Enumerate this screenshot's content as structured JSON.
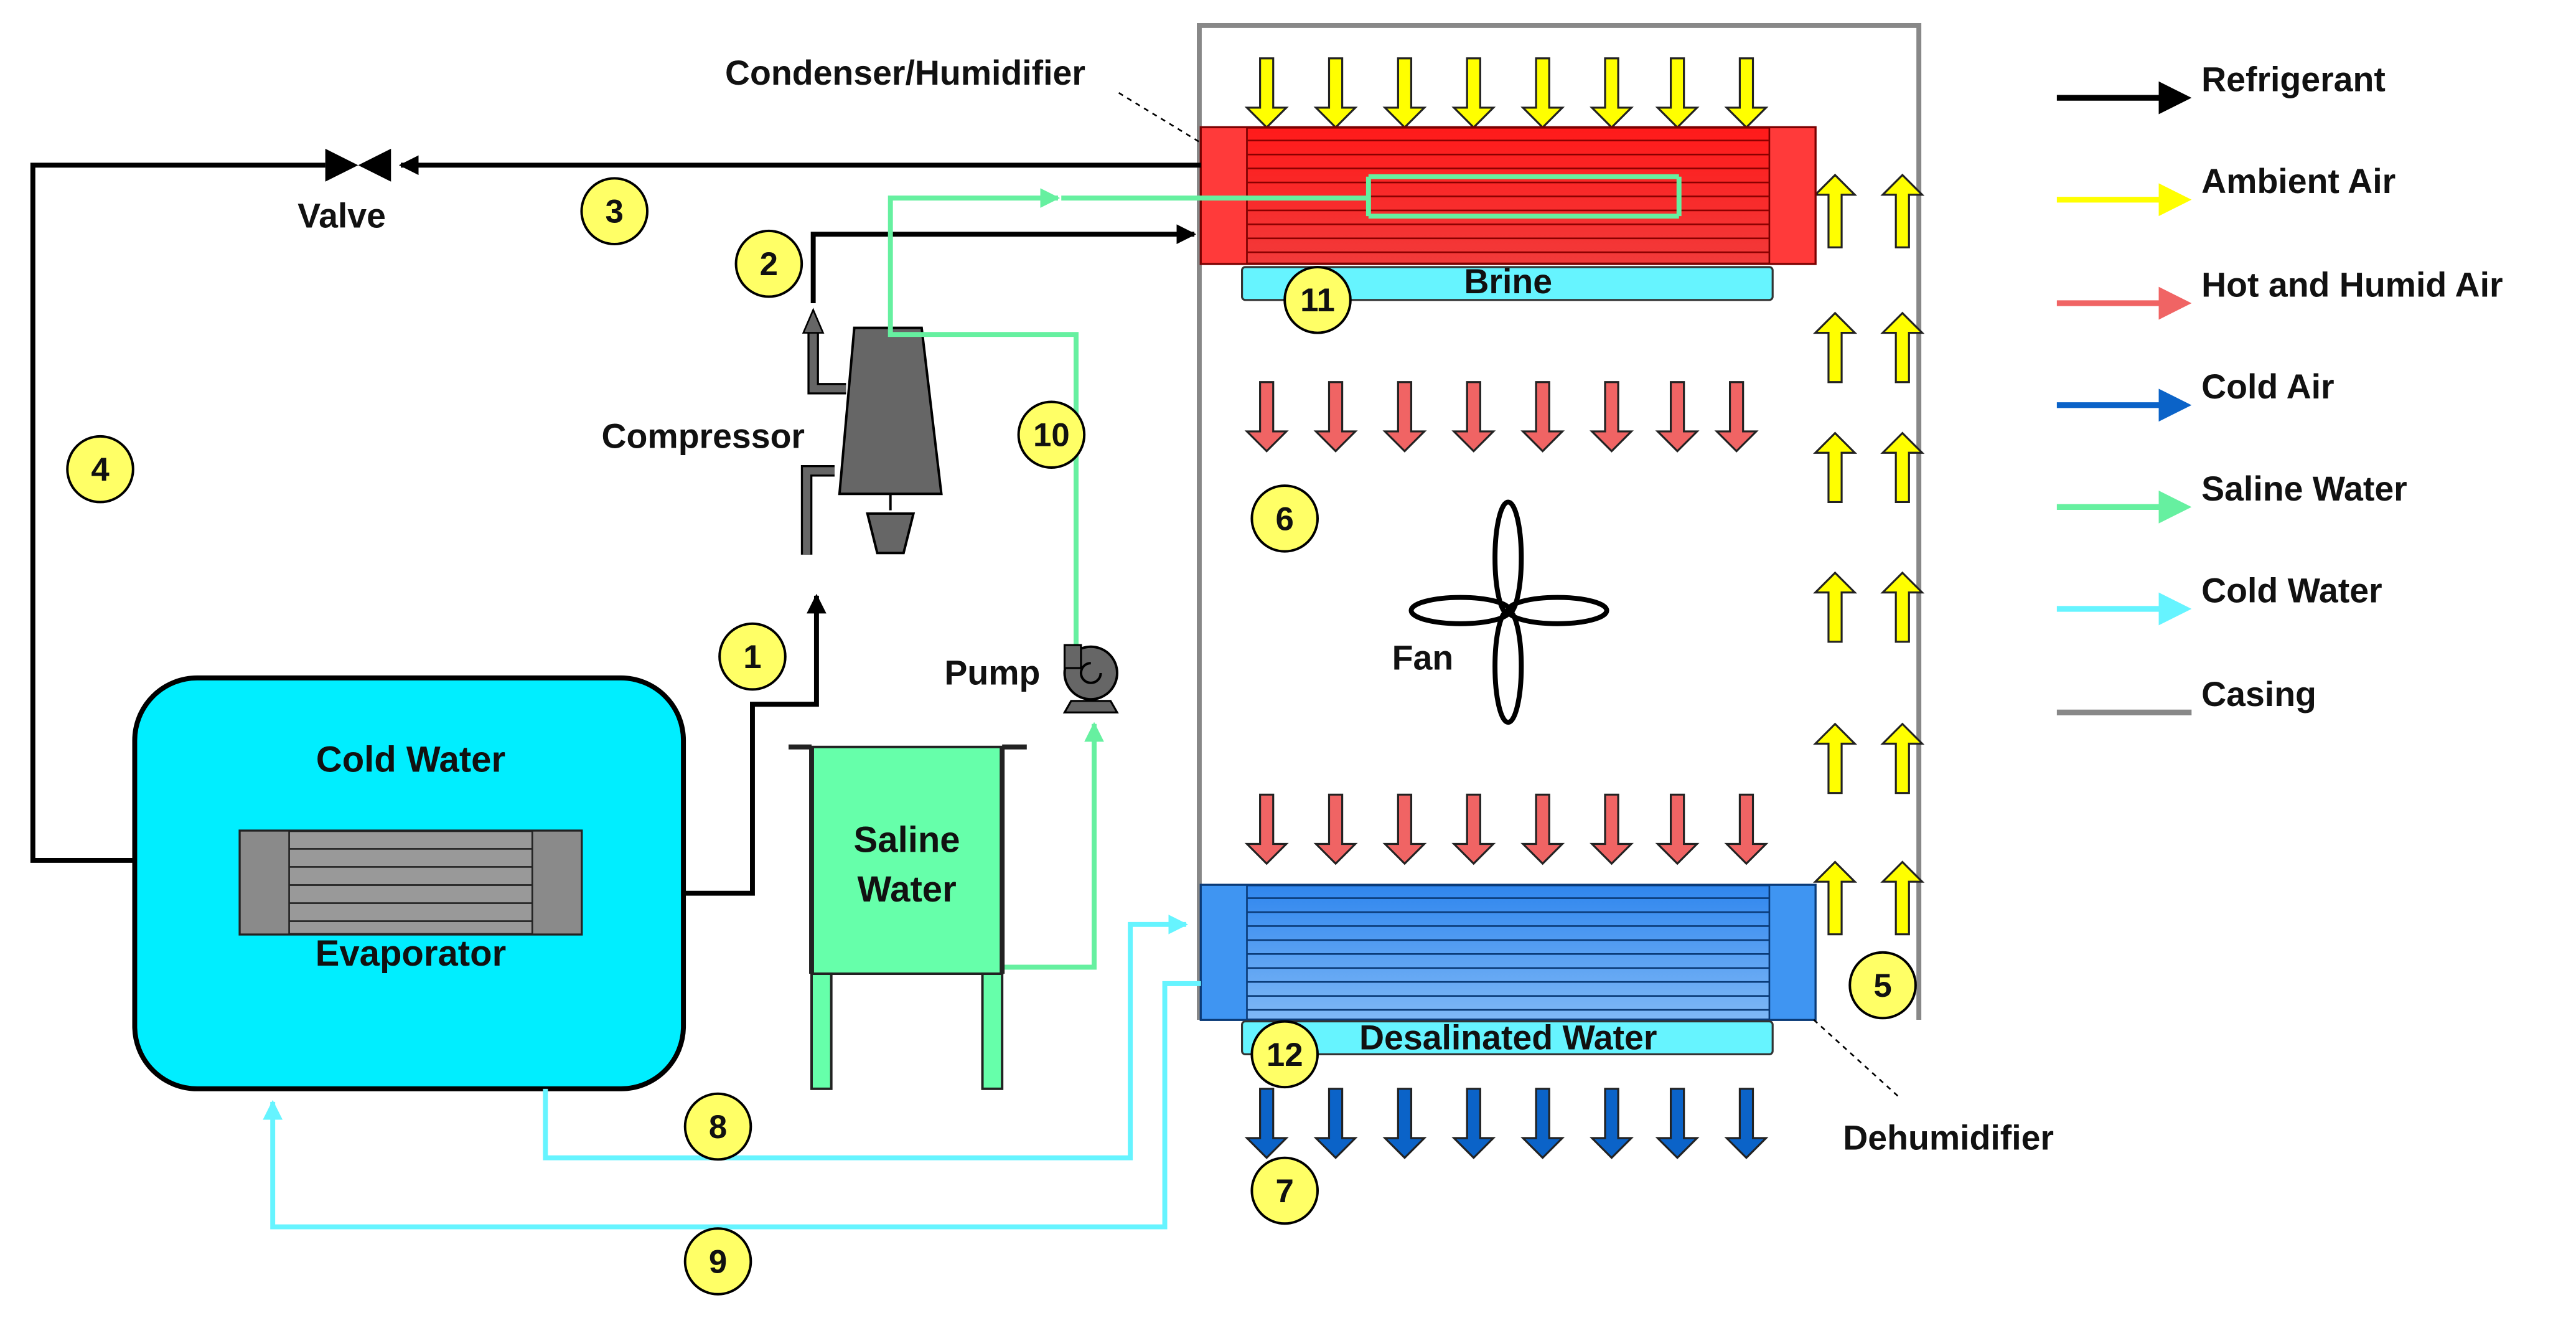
{
  "labels": {
    "condenser": "Condenser/Humidifier",
    "valve": "Valve",
    "compressor": "Compressor",
    "pump": "Pump",
    "fan": "Fan",
    "brine": "Brine",
    "cold_water_tank": "Cold Water",
    "evaporator": "Evaporator",
    "saline_tank_line1": "Saline",
    "saline_tank_line2": "Water",
    "desalinated_water": "Desalinated Water",
    "dehumidifier": "Dehumidifier"
  },
  "state_points": [
    "1",
    "2",
    "3",
    "4",
    "5",
    "6",
    "7",
    "8",
    "9",
    "10",
    "11",
    "12"
  ],
  "legend": {
    "items": [
      {
        "label": "Refrigerant",
        "color": "#000000",
        "kind": "arrow"
      },
      {
        "label": "Ambient Air",
        "color": "#ffff00",
        "kind": "arrow"
      },
      {
        "label": "Hot and Humid Air",
        "color": "#f06464",
        "kind": "arrow"
      },
      {
        "label": "Cold Air",
        "color": "#0b63c8",
        "kind": "arrow"
      },
      {
        "label": "Saline Water",
        "color": "#66f0a0",
        "kind": "arrow"
      },
      {
        "label": "Cold Water",
        "color": "#66f4ff",
        "kind": "arrow"
      },
      {
        "label": "Casing",
        "color": "#888888",
        "kind": "line"
      }
    ]
  },
  "colors": {
    "refrigerant": "#000000",
    "ambient_air": "#ffff00",
    "hot_air": "#f06464",
    "cold_air": "#0b63c8",
    "saline_water": "#66f0a0",
    "cold_water": "#66f4ff",
    "casing": "#888888",
    "condenser": "#ff1a1a",
    "dehumidifier": "#3a8ef0",
    "tank_cyan": "#00eeff",
    "state_badge": "#ffff66"
  }
}
